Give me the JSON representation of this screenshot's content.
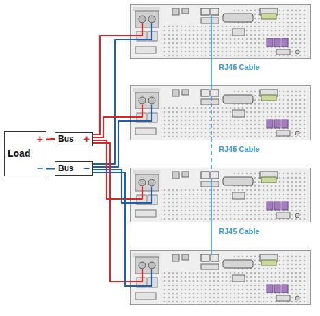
{
  "diagram": {
    "nodes": [
      {
        "text": [
          "+",
          "Load",
          "−"
        ]
      },
      {
        "text": [
          "Bus",
          "+"
        ]
      },
      {
        "text": [
          "Bus",
          "−"
        ]
      }
    ],
    "edges": [
      {
        "from": 0,
        "to": 1,
        "arrow": "none"
      },
      {
        "from": 0,
        "to": 2,
        "arrow": "none"
      }
    ],
    "labels": [
      "RJ45 Cable",
      "RJ45 Cable",
      "RJ45 Cable"
    ]
  }
}
